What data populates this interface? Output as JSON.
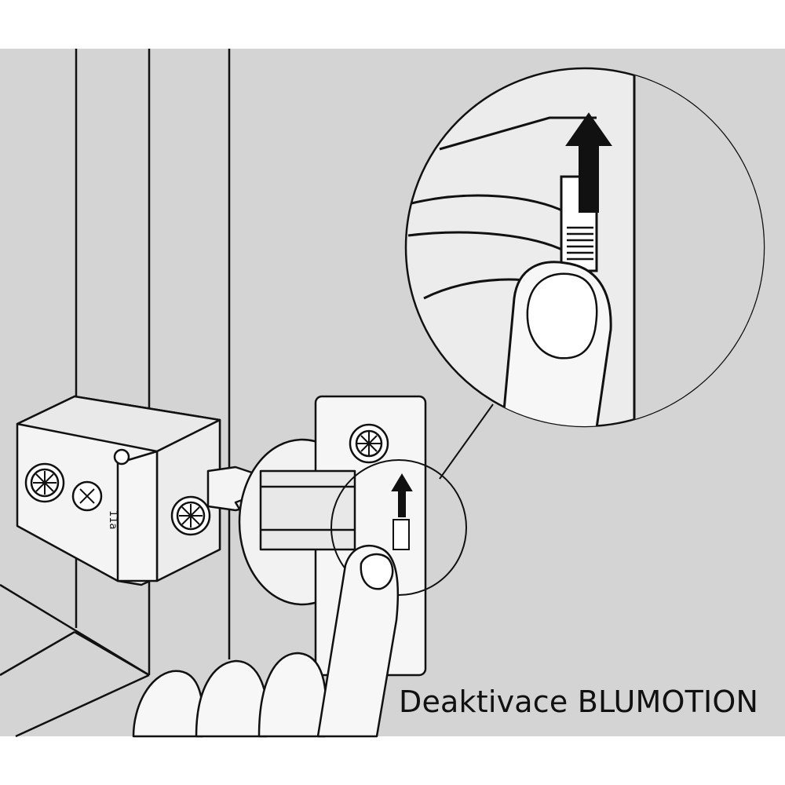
{
  "caption": "Deaktivace BLUMOTION",
  "hinge_marking": "11a",
  "colors": {
    "background_panel": "#d4d4d4",
    "wall": "#cfcfcf",
    "metal": "#f4f4f4",
    "outline": "#111111",
    "skin": "#f7f7f7"
  },
  "icons": [
    "pozidriv-screw-icon",
    "up-arrow-icon",
    "magnifier-callout"
  ]
}
